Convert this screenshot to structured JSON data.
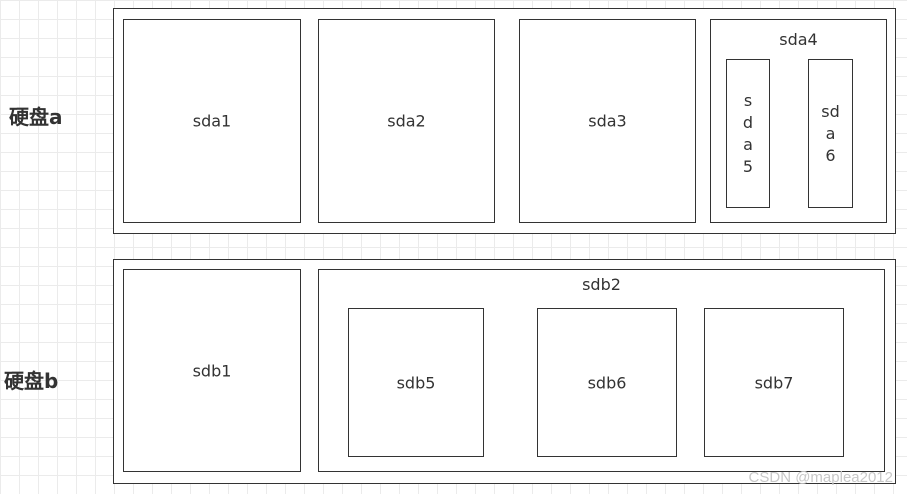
{
  "disks": {
    "a": {
      "label": "硬盘a",
      "partitions": {
        "sda1": "sda1",
        "sda2": "sda2",
        "sda3": "sda3",
        "sda4": "sda4",
        "sda5": "sda5",
        "sda6": "sda6"
      }
    },
    "b": {
      "label": "硬盘b",
      "partitions": {
        "sdb1": "sdb1",
        "sdb2": "sdb2",
        "sdb5": "sdb5",
        "sdb6": "sdb6",
        "sdb7": "sdb7"
      }
    }
  },
  "watermark": "CSDN @maplea2012"
}
